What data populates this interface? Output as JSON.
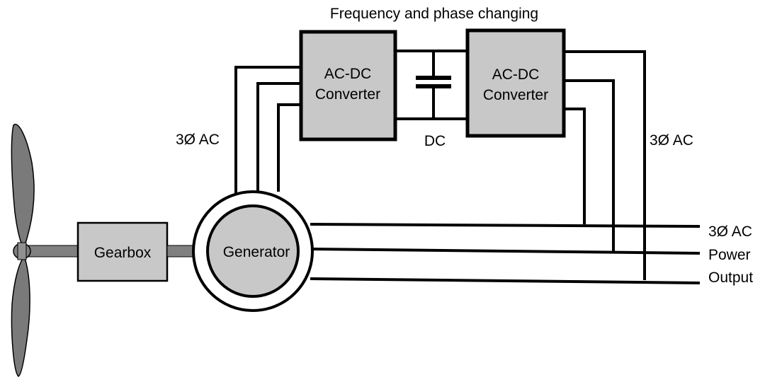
{
  "title": "Frequency and phase changing",
  "blocks": {
    "gearbox": "Gearbox",
    "generator": "Generator",
    "converter_left": [
      "AC-DC",
      "Converter"
    ],
    "converter_right": [
      "AC-DC",
      "Converter"
    ]
  },
  "labels": {
    "dc": "DC",
    "ac_left": "3Ø AC",
    "ac_right": "3Ø AC",
    "output": [
      "3Ø AC",
      "Power",
      "Output"
    ]
  },
  "colors": {
    "box_fill": "#c8c8c8",
    "blade_fill": "#7a7a7a",
    "shaft_fill": "#808080",
    "line": "#000000"
  }
}
